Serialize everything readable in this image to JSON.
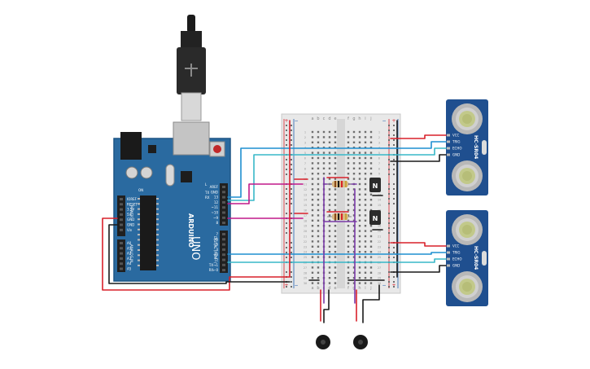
{
  "arduino": {
    "brand": "ARDUINO",
    "model": "UNO",
    "on_label": "ON",
    "l_label": "L",
    "tx_label": "TX",
    "rx_label": "RX",
    "power_header_label": "POWER",
    "digital_header_label": "DIGITAL (PWM~)",
    "analog_header_label": "ANALOG IN",
    "power_pins": [
      "IOREF",
      "RESET",
      "3.3V",
      "5V",
      "GND",
      "GND",
      "Vin"
    ],
    "analog_pins": [
      "A0",
      "A1",
      "A2",
      "A3",
      "A4",
      "A5"
    ],
    "digital_pins_top": [
      "AREF",
      "GND",
      "13",
      "12",
      "~11",
      "~10",
      "~9",
      "8"
    ],
    "digital_pins_bottom": [
      "7",
      "~6",
      "~5",
      "4",
      "~3",
      "2",
      "TX→1",
      "RX←0"
    ]
  },
  "breadboard": {
    "columns_left": [
      "a",
      "b",
      "c",
      "d",
      "e"
    ],
    "columns_right": [
      "f",
      "g",
      "h",
      "i",
      "j"
    ],
    "rail_plus": "+",
    "rail_minus": "−",
    "row_count": 30
  },
  "sensors": [
    {
      "model": "HC-SR04",
      "pins": [
        "VCC",
        "TRIG",
        "ECHO",
        "GND"
      ]
    },
    {
      "model": "HC-SR04",
      "pins": [
        "VCC",
        "TRIG",
        "ECHO",
        "GND"
      ]
    }
  ],
  "transistor_label": "N",
  "colors": {
    "board": "#2a6aa0",
    "wire_red": "#d9202a",
    "wire_black": "#1a1a1a",
    "wire_blue": "#1f8fd0",
    "wire_teal": "#38b8c8",
    "wire_magenta": "#c0188a",
    "wire_purple": "#7a3aa8",
    "sensor_blue": "#1f4f8f"
  }
}
